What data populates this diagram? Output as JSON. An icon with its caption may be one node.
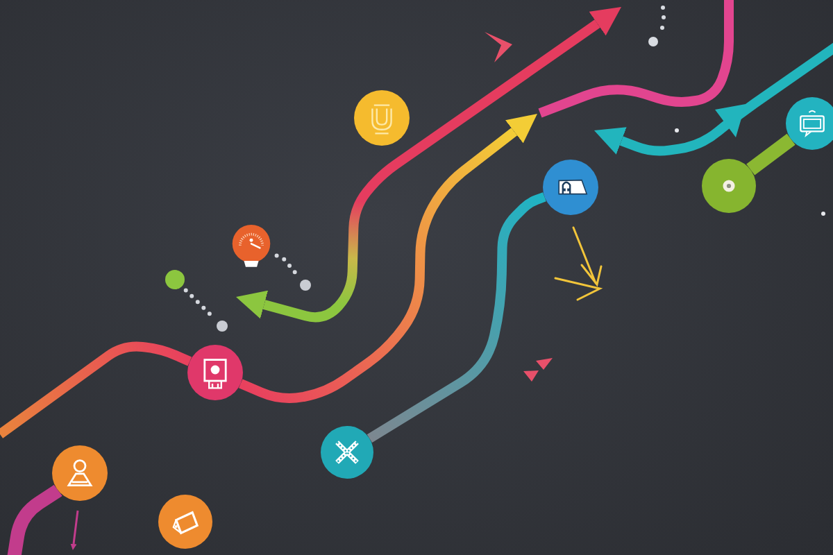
{
  "diagram": {
    "nodes": [
      {
        "text": [],
        "shape": "circle"
      },
      {
        "text": [],
        "shape": "circle"
      },
      {
        "text": [],
        "shape": "circle"
      },
      {
        "text": [],
        "shape": "circle"
      },
      {
        "text": [],
        "shape": "circle"
      },
      {
        "text": [],
        "shape": "circle"
      },
      {
        "text": [],
        "shape": "circle"
      },
      {
        "text": [],
        "shape": "circle"
      },
      {
        "text": [],
        "shape": "circle"
      },
      {
        "text": [],
        "shape": "circle"
      },
      {
        "text": [],
        "shape": "circle"
      },
      {
        "text": [],
        "shape": "circle"
      }
    ],
    "edges": [
      {
        "from": null,
        "to": 5,
        "arrow": "none",
        "color": "#e8405e"
      },
      {
        "from": 5,
        "to": null,
        "arrow": "to",
        "color": "#f3cd36"
      },
      {
        "from": 6,
        "to": 1,
        "arrow": "none",
        "color": "#1fb4c4"
      },
      {
        "from": 3,
        "to": 2,
        "arrow": "none",
        "style": "thick",
        "color": "#8bb832"
      },
      {
        "from": null,
        "to": 7,
        "arrow": "none",
        "style": "thick",
        "color": "#c23c8c"
      },
      {
        "from": 4,
        "to": 10,
        "arrow": "none",
        "style": "dashed",
        "color": "#d5d8de"
      },
      {
        "from": 9,
        "to": 11,
        "arrow": "none",
        "style": "dashed",
        "color": "#d5d8de"
      }
    ]
  }
}
